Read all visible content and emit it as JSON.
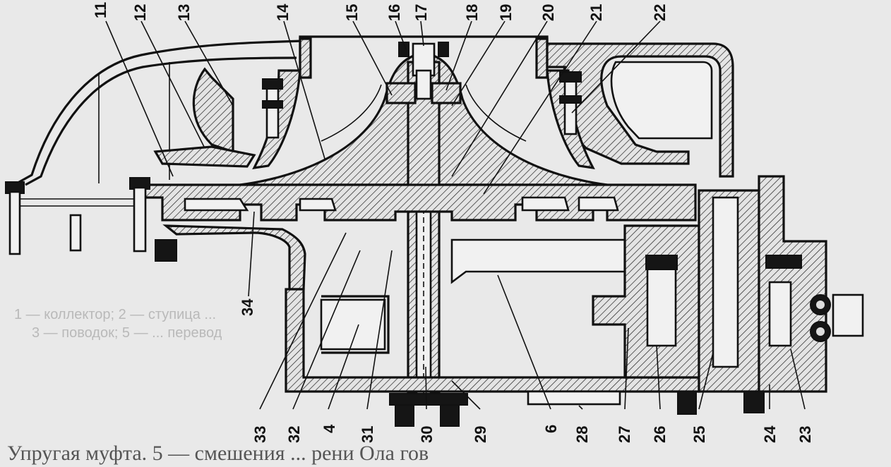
{
  "diagram": {
    "top_labels": [
      "11",
      "12",
      "13",
      "14",
      "15",
      "16",
      "17",
      "18",
      "19",
      "20",
      "21",
      "22"
    ],
    "left_labels": [
      "34"
    ],
    "bottom_labels": [
      "33",
      "32",
      "4",
      "31",
      "30",
      "29",
      "6",
      "28",
      "27",
      "26",
      "25",
      "24",
      "23"
    ],
    "caption": "Упругая муфта. 5 — смешения ... рени Ола гов",
    "watermark": {
      "line1": "1 — коллектор; 2 — ступица ...",
      "line2": "3 — поводок; 5 — ... перевод"
    }
  },
  "colors": {
    "ink": "#111111",
    "paper": "#e9e9e9",
    "faded": "#b9b9b9"
  }
}
